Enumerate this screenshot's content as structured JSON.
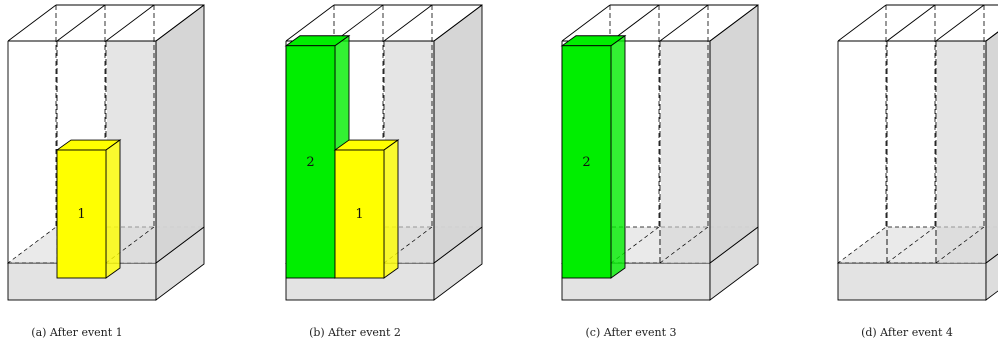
{
  "panels": [
    {
      "caption": "(a) After event 1",
      "blocks": [
        {
          "label": "1",
          "slot": 1,
          "fill_level": 0.54,
          "color": "#ffff00"
        }
      ]
    },
    {
      "caption": "(b) After event 2",
      "blocks": [
        {
          "label": "2",
          "slot": 0,
          "fill_level": 0.98,
          "color": "#00ee00"
        },
        {
          "label": "1",
          "slot": 1,
          "fill_level": 0.54,
          "color": "#ffff00"
        }
      ]
    },
    {
      "caption": "(c) After event 3",
      "blocks": [
        {
          "label": "2",
          "slot": 0,
          "fill_level": 0.98,
          "color": "#00ee00"
        }
      ]
    },
    {
      "caption": "(d) After event 4",
      "blocks": []
    }
  ],
  "colors": {
    "container_shade": "#d4d4d4",
    "base_shade": "#d9d9d9",
    "outline": "#000000"
  }
}
